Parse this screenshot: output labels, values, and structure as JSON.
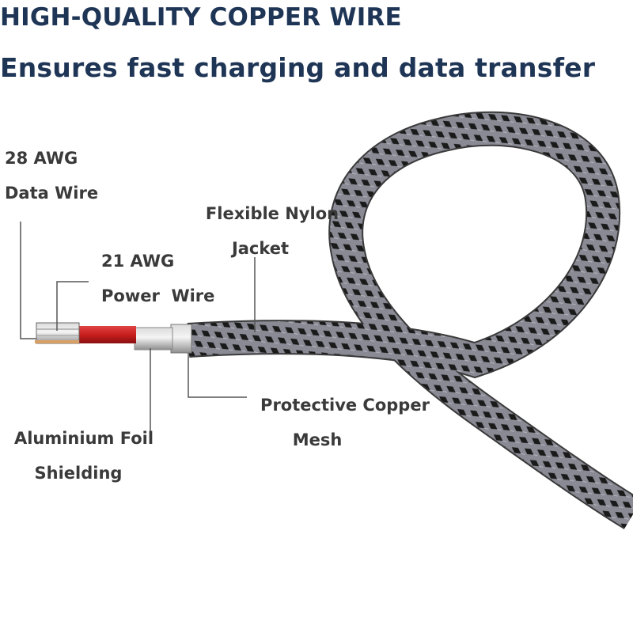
{
  "headline": {
    "title": "HIGH-QUALITY COPPER WIRE",
    "subtitle": "Ensures fast charging and data transfer"
  },
  "labels": {
    "data_wire": {
      "line1": "28 AWG",
      "line2": "Data Wire"
    },
    "nylon_jacket": {
      "line1": "Flexible Nylon",
      "line2": "Jacket"
    },
    "power_wire": {
      "line1": "21 AWG",
      "line2": "Power  Wire"
    },
    "copper_mesh": {
      "line1": "Protective Copper",
      "line2": "Mesh"
    },
    "foil_shielding": {
      "line1": "Aluminium Foil",
      "line2": "Shielding"
    }
  },
  "colors": {
    "headline": "#1f3556",
    "label_text": "#3a3a3a",
    "jacket_gray": "#8a8a95",
    "jacket_black": "#151515",
    "power_wire_red": "#c81e1e",
    "leader_line": "#555555"
  }
}
